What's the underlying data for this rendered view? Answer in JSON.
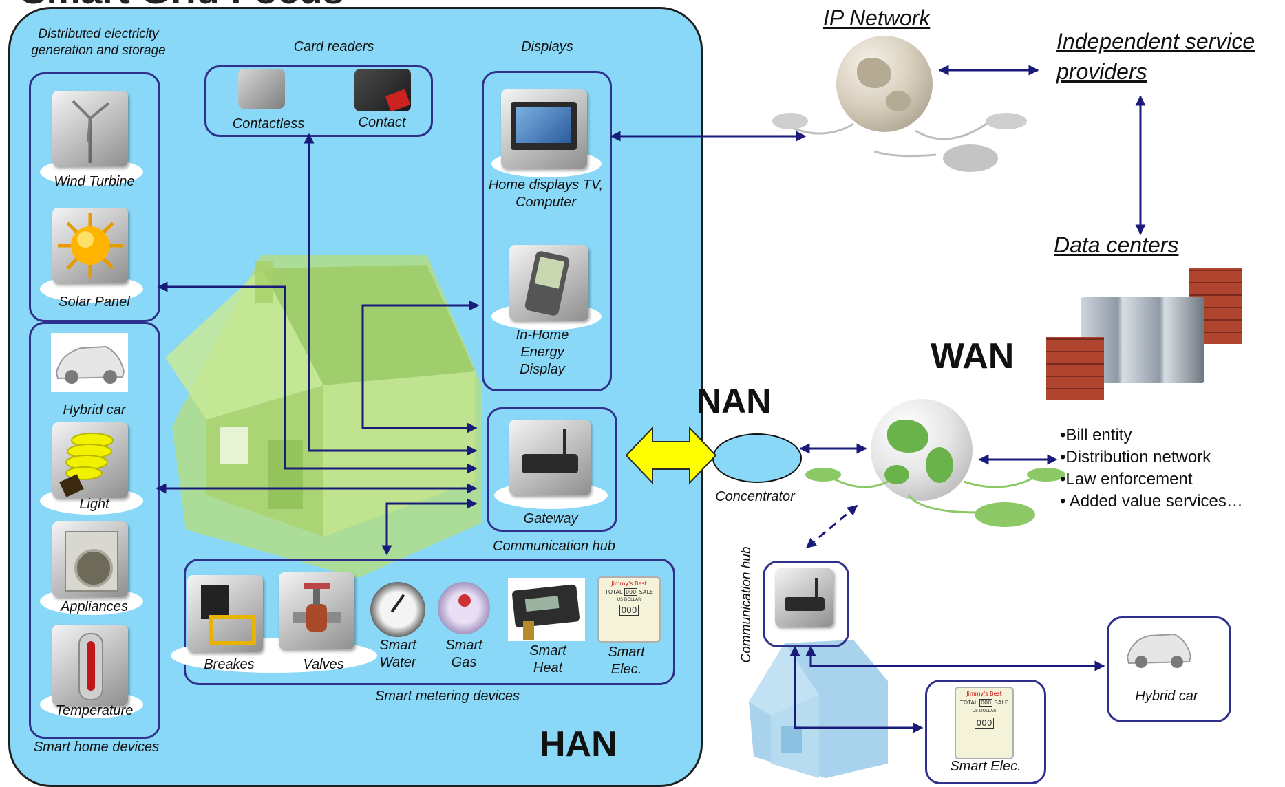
{
  "title": "Smart Grid Focus",
  "han": {
    "label": "HAN",
    "generation": {
      "heading": "Distributed electricity generation and storage",
      "items": [
        "Wind Turbine",
        "Solar Panel"
      ]
    },
    "card_readers": {
      "heading": "Card readers",
      "items": [
        "Contactless",
        "Contact"
      ]
    },
    "displays": {
      "heading": "Displays",
      "items": [
        "Home displays TV, Computer",
        "In-Home Energy Display"
      ]
    },
    "home_devices": {
      "heading": "Smart home devices",
      "items": [
        "Hybrid car",
        "Light",
        "Appliances",
        "Temperature"
      ]
    },
    "hub": {
      "heading": "Communication hub",
      "gateway": "Gateway"
    },
    "metering": {
      "heading": "Smart metering devices",
      "items": [
        "Breakes",
        "Valves",
        "Smart Water",
        "Smart Gas",
        "Smart Heat",
        "Smart Elec."
      ]
    }
  },
  "nan": {
    "label": "NAN",
    "concentrator": "Concentrator"
  },
  "wan": {
    "label": "WAN",
    "ip_network": "IP Network",
    "service_providers": "Independent service providers",
    "data_centers": "Data centers",
    "bullets": [
      "•Bill entity",
      "•Distribution network",
      "•Law enforcement",
      "• Added value services…"
    ]
  },
  "neighbour": {
    "hub": "Communication hub",
    "smart_elec": "Smart Elec.",
    "hybrid_car": "Hybrid car"
  },
  "meter_face": {
    "brand": "Jimmy's Best",
    "total": "TOTAL",
    "sale": "SALE",
    "digits_top": "000",
    "digits_bottom": "000",
    "unit": "US DOLLAR"
  },
  "colors": {
    "han_fill": "#8ad8f7",
    "box_border": "#2f2f8c",
    "arrow": "#1a1a7a",
    "house_green": "#b5df7a",
    "house_blue": "#a9d3ec",
    "nan_arrow": "#ffff00",
    "globe_green": "#6ab34a",
    "brick": "#b0452f"
  },
  "icons": [
    "wind-turbine-icon",
    "sun-icon",
    "card-reader-icon",
    "monitor-icon",
    "pda-icon",
    "car-icon",
    "bulb-icon",
    "washer-icon",
    "thermometer-icon",
    "router-icon",
    "breaker-icon",
    "valve-icon",
    "gauge-icon",
    "heat-meter-icon",
    "meter-icon",
    "globe-icon",
    "server-icon",
    "firewall-icon"
  ]
}
